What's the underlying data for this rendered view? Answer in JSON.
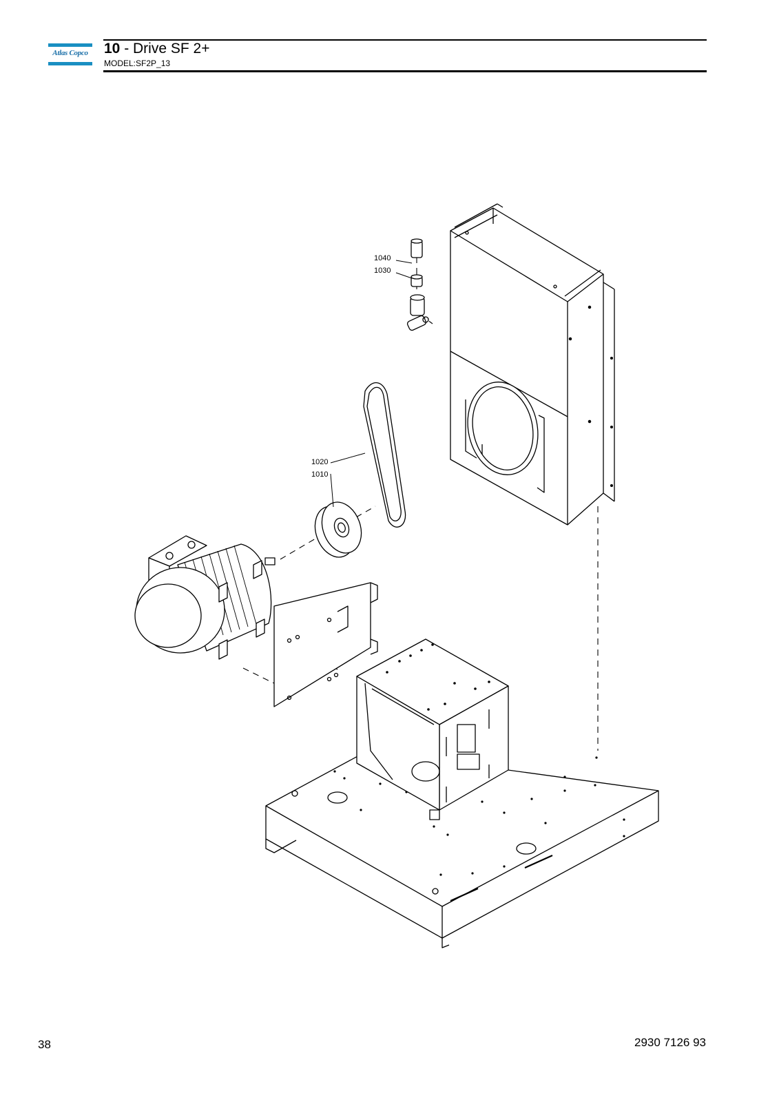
{
  "header": {
    "logo_text": "Atlas Copco",
    "section_number": "10",
    "section_title": " - Drive SF 2+",
    "model": "MODEL:SF2P_13"
  },
  "callouts": {
    "c1040": "1040",
    "c1030": "1030",
    "c1020": "1020",
    "c1010": "1010"
  },
  "footer": {
    "page_number": "38",
    "document_number": "2930 7126 93"
  },
  "colors": {
    "brand": "#1a8fc2",
    "line": "#000000"
  }
}
